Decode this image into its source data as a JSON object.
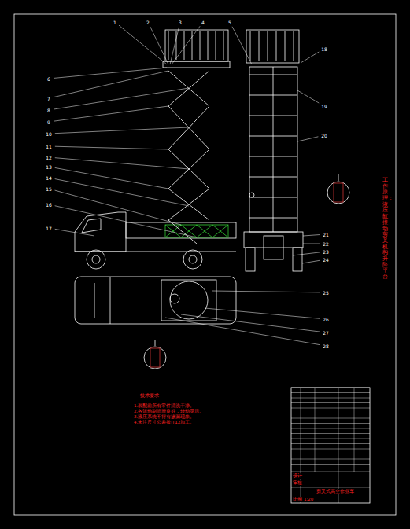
{
  "diagram": {
    "labels": [
      "1",
      "2",
      "3",
      "4",
      "5",
      "6",
      "7",
      "8",
      "9",
      "10",
      "11",
      "12",
      "13",
      "14",
      "15",
      "16",
      "17",
      "18",
      "19",
      "20",
      "21",
      "22",
      "23",
      "24",
      "25",
      "26",
      "27",
      "28",
      "技术要求",
      "1.装配前所有零件清洗干净。",
      "2.各运动副润滑良好，转动灵活。",
      "3.液压系统不得有渗漏现象。",
      "4.未注尺寸公差按IT12加工。",
      "工作原理：液压缸推动剪叉机构升降平台",
      "剪叉式高空作业车",
      "比例",
      "1:20",
      "设计",
      "审核"
    ]
  }
}
